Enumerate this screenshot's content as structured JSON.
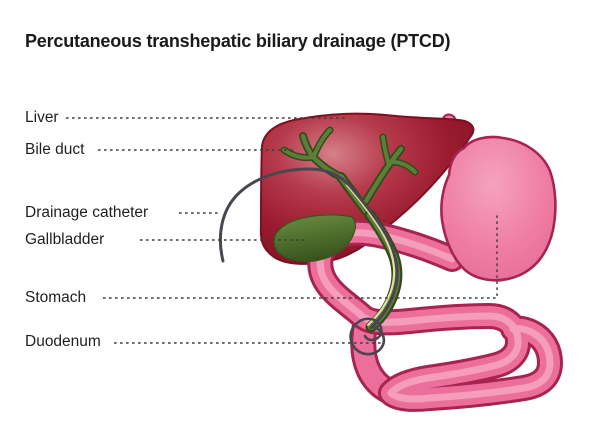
{
  "title": "Percutaneous transhepatic biliary drainage (PTCD)",
  "labels": {
    "liver": "Liver",
    "bile_duct": "Bile duct",
    "drainage_catheter": "Drainage catheter",
    "gallbladder": "Gallbladder",
    "stomach": "Stomach",
    "duodenum": "Duodenum"
  },
  "colors": {
    "background": "#FFFFFF",
    "text": "#1A1A1A",
    "liver": "#9A1B2E",
    "liver_highlight": "#D68089",
    "liver_outline": "#7C1022",
    "bile_duct": "#5C7F37",
    "bile_duct_outline": "#35491D",
    "gallbladder": "#52732F",
    "stomach": "#EF7DA3",
    "stomach_border": "#A72450",
    "stomach_sheen": "#F5A3BF",
    "catheter": "#4B4550",
    "catheter_inner": "#E2DFA3",
    "leader": "#3D3D3D"
  }
}
